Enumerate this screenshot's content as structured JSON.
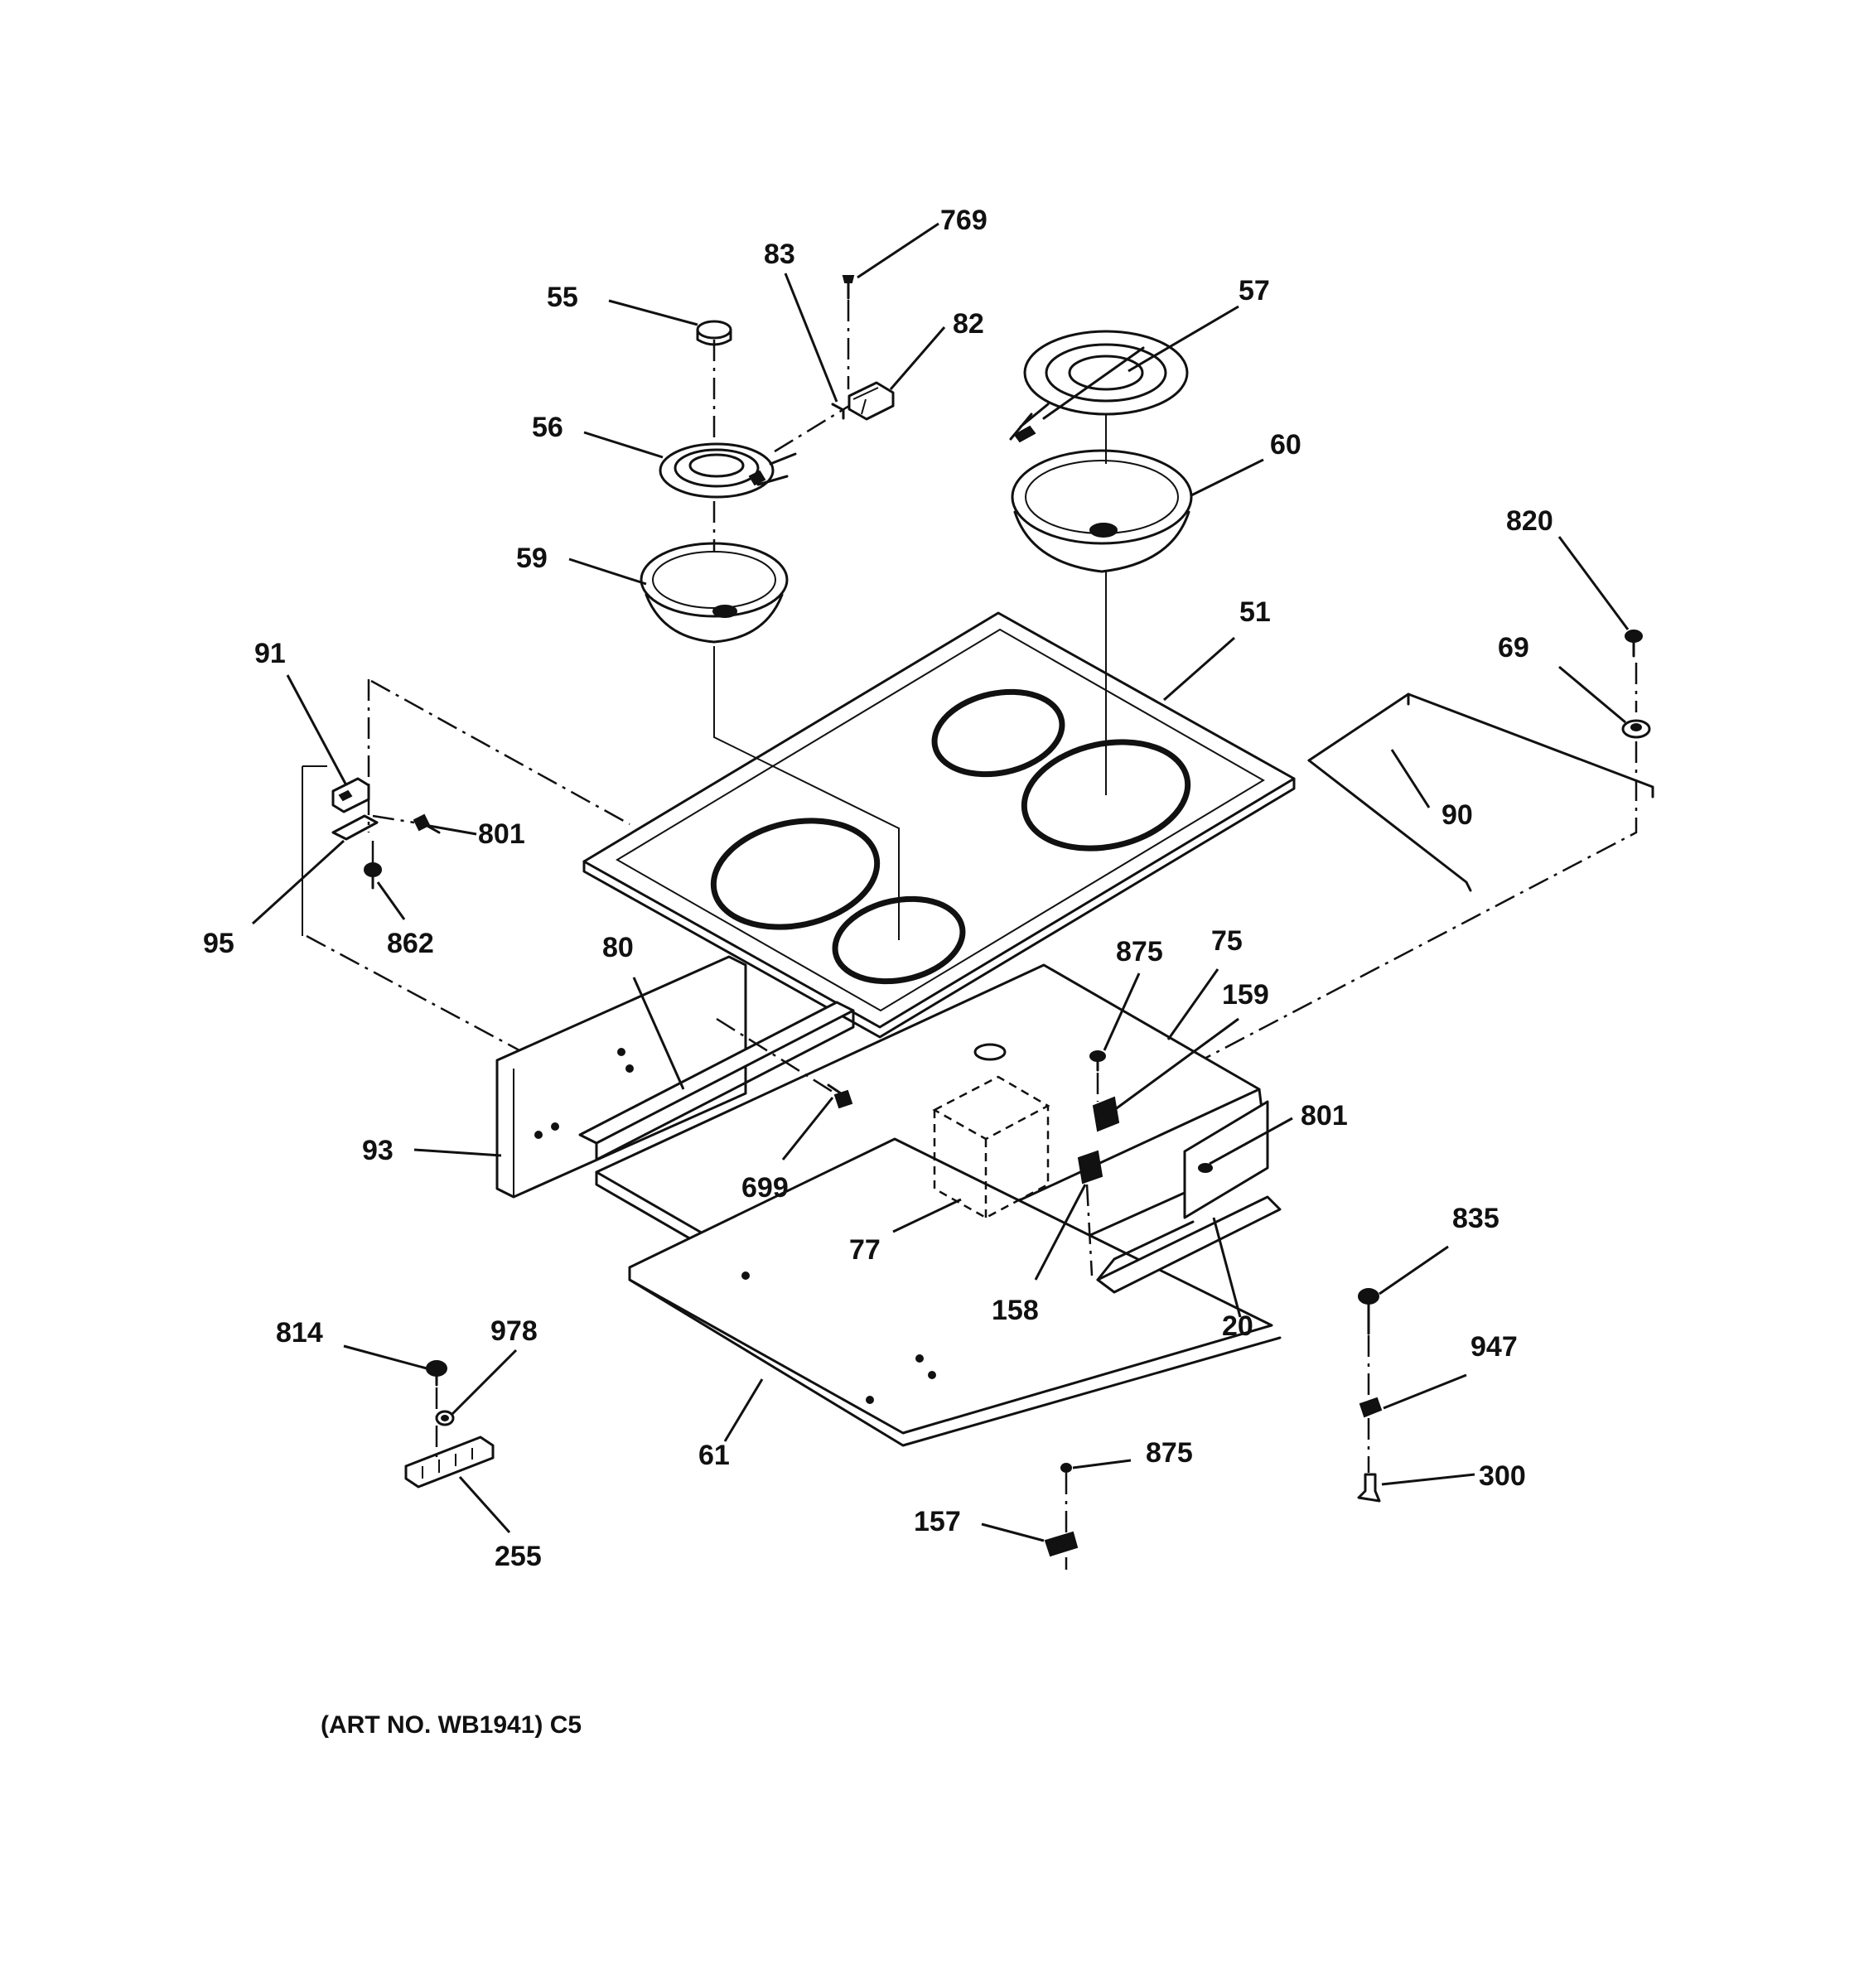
{
  "diagram": {
    "labels": {
      "p769": "769",
      "p83": "83",
      "p82": "82",
      "p55": "55",
      "p57": "57",
      "p56": "56",
      "p60": "60",
      "p59": "59",
      "p820": "820",
      "p51": "51",
      "p91": "91",
      "p69": "69",
      "p90": "90",
      "p801a": "801",
      "p95": "95",
      "p862": "862",
      "p80": "80",
      "p875a": "875",
      "p75": "75",
      "p159": "159",
      "p801b": "801",
      "p93": "93",
      "p699": "699",
      "p77": "77",
      "p835": "835",
      "p158": "158",
      "p20": "20",
      "p814": "814",
      "p978": "978",
      "p947": "947",
      "p61": "61",
      "p875b": "875",
      "p300": "300",
      "p157": "157",
      "p255": "255"
    },
    "art_number": "(ART NO. WB1941) C5"
  }
}
